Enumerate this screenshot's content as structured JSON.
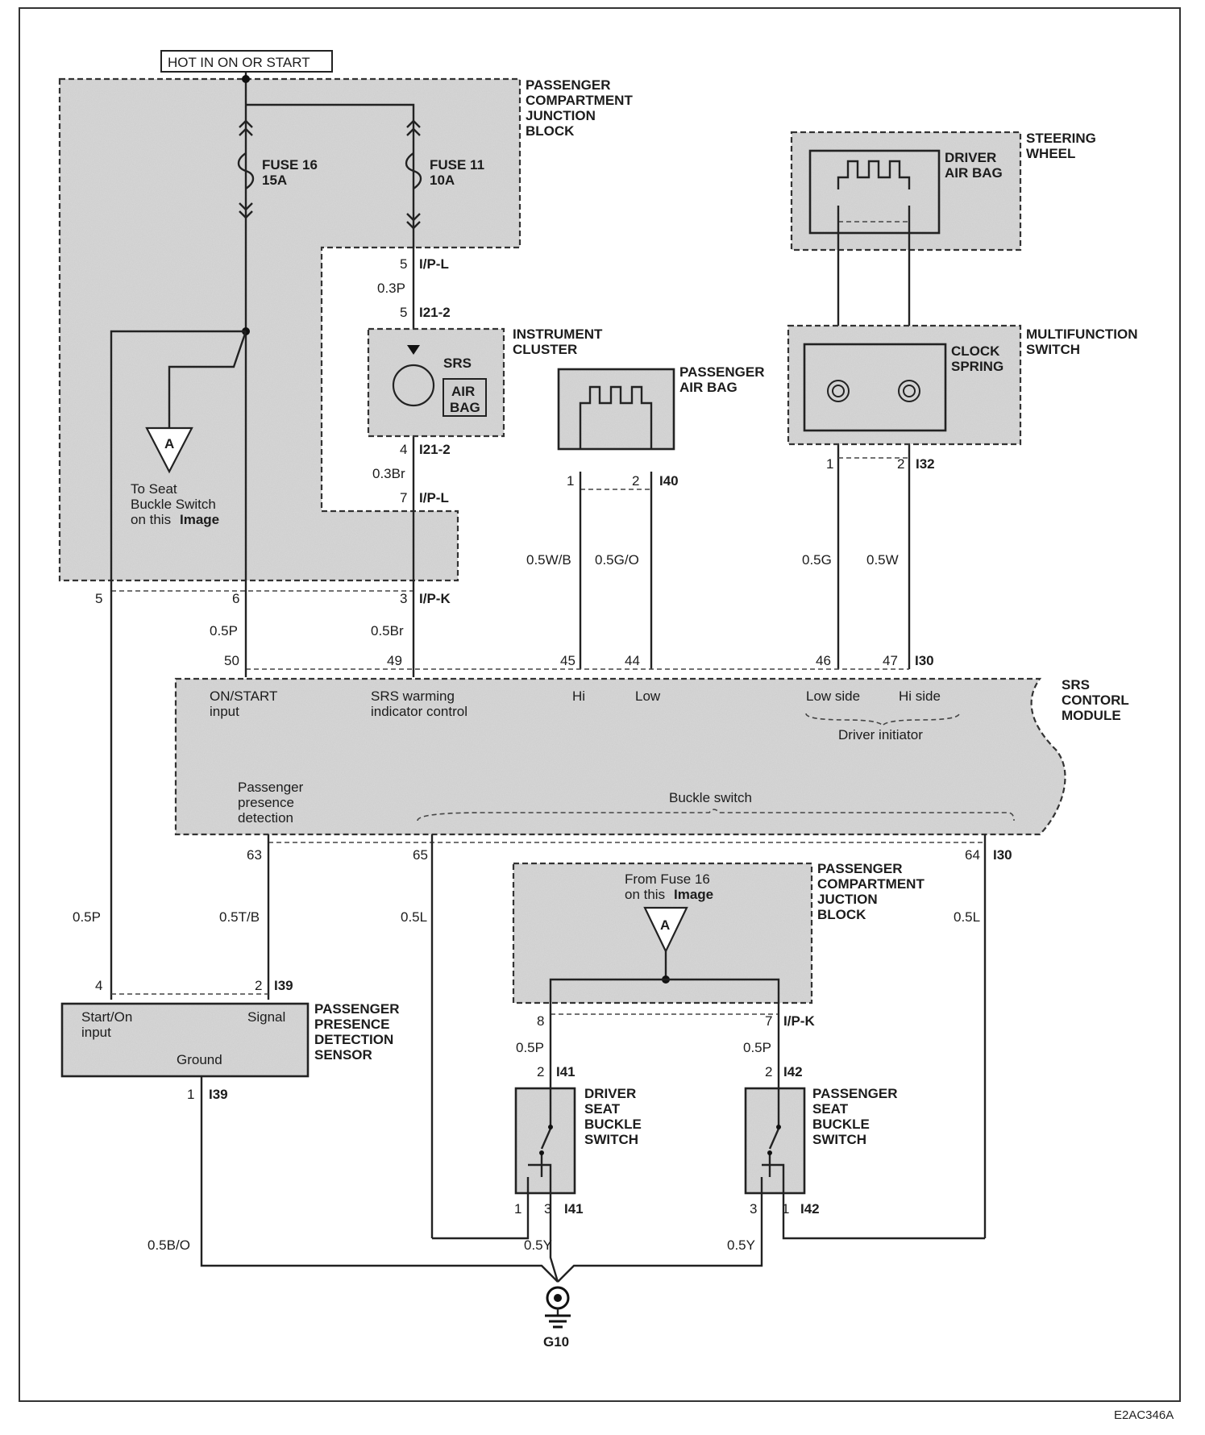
{
  "header": {
    "power_label": "HOT IN ON OR START"
  },
  "footer": {
    "code": "E2AC346A"
  },
  "junction_block_top": {
    "title": [
      "PASSENGER",
      "COMPARTMENT",
      "JUNCTION",
      "BLOCK"
    ],
    "fuse16": [
      "FUSE 16",
      "15A"
    ],
    "fuse11": [
      "FUSE 11",
      "10A"
    ],
    "note": [
      "To Seat",
      "Buckle Switch",
      "on this",
      "Image"
    ],
    "connector_A": "A"
  },
  "steering_wheel": {
    "title": [
      "STEERING",
      "WHEEL"
    ],
    "airbag": [
      "DRIVER",
      "AIR BAG"
    ]
  },
  "instrument_cluster": {
    "title": [
      "INSTRUMENT",
      "CLUSTER"
    ],
    "srs": "SRS",
    "airbag": [
      "AIR",
      "BAG"
    ]
  },
  "passenger_airbag": {
    "title": [
      "PASSENGER",
      "AIR BAG"
    ]
  },
  "multifunction_switch": {
    "title": [
      "MULTIFUNCTION",
      "SWITCH"
    ],
    "clock": [
      "CLOCK",
      "SPRING"
    ]
  },
  "connectors": {
    "ipl_top": {
      "pin": "5",
      "name": "I/P-L"
    },
    "wire_03p": "0.3P",
    "i21_top": {
      "pin": "5",
      "name": "I21-2"
    },
    "i21_bot": {
      "pin": "4",
      "name": "I21-2"
    },
    "wire_03br": "0.3Br",
    "ipl_bot": {
      "pin": "7",
      "name": "I/P-L"
    },
    "i40": {
      "pin1": "1",
      "pin2": "2",
      "name": "I40"
    },
    "i32": {
      "pin1": "1",
      "pin2": "2",
      "name": "I32"
    },
    "ipk_top": {
      "pin5": "5",
      "pin6": "6",
      "pin3": "3",
      "name": "I/P-K"
    }
  },
  "wires_mid": {
    "w_05p": "0.5P",
    "w_05br": "0.5Br",
    "w_05wb": "0.5W/B",
    "w_05go": "0.5G/O",
    "w_05g": "0.5G",
    "w_05w": "0.5W"
  },
  "srs_module": {
    "title": [
      "SRS",
      "CONTORL",
      "MODULE"
    ],
    "pins_top": [
      "50",
      "49",
      "45",
      "44",
      "46",
      "47"
    ],
    "conn_top": "I30",
    "on_start": [
      "ON/START",
      "input"
    ],
    "srs_warn": [
      "SRS warming",
      "indicator control"
    ],
    "hi": "Hi",
    "low": "Low",
    "low_side": "Low side",
    "hi_side": "Hi side",
    "driver_initiator": "Driver initiator",
    "presence": [
      "Passenger",
      "presence",
      "detection"
    ],
    "buckle": "Buckle switch",
    "pins_bottom": [
      "63",
      "65",
      "64"
    ],
    "conn_bottom": "I30"
  },
  "lower": {
    "w_05p": "0.5P",
    "w_05tb": "0.5T/B",
    "w_05l_left": "0.5L",
    "w_05l_right": "0.5L",
    "junction_title": [
      "PASSENGER",
      "COMPARTMENT",
      "JUCTION",
      "BLOCK"
    ],
    "from_fuse": [
      "From Fuse 16",
      "on this",
      "Image"
    ],
    "connector_A": "A",
    "ipk": {
      "pin8": "8",
      "pin7": "7",
      "name": "I/P-K"
    },
    "w_05p_a": "0.5P",
    "w_05p_b": "0.5P",
    "i41_top": {
      "pin": "2",
      "name": "I41"
    },
    "i42_top": {
      "pin": "2",
      "name": "I42"
    },
    "i39_top": {
      "pin4": "4",
      "pin2": "2",
      "name": "I39"
    },
    "pds": {
      "title": [
        "PASSENGER",
        "PRESENCE",
        "DETECTION",
        "SENSOR"
      ],
      "start": [
        "Start/On",
        "input"
      ],
      "signal": "Signal",
      "ground": "Ground"
    },
    "i39_bot": {
      "pin": "1",
      "name": "I39"
    },
    "driver_buckle": [
      "DRIVER",
      "SEAT",
      "BUCKLE",
      "SWITCH"
    ],
    "passenger_buckle": [
      "PASSENGER",
      "SEAT",
      "BUCKLE",
      "SWITCH"
    ],
    "i41_bot": {
      "pin1": "1",
      "pin3": "3",
      "name": "I41"
    },
    "i42_bot": {
      "pin3": "3",
      "pin1": "1",
      "name": "I42"
    },
    "w_05bo": "0.5B/O",
    "w_05y_a": "0.5Y",
    "w_05y_b": "0.5Y",
    "ground": "G10"
  }
}
